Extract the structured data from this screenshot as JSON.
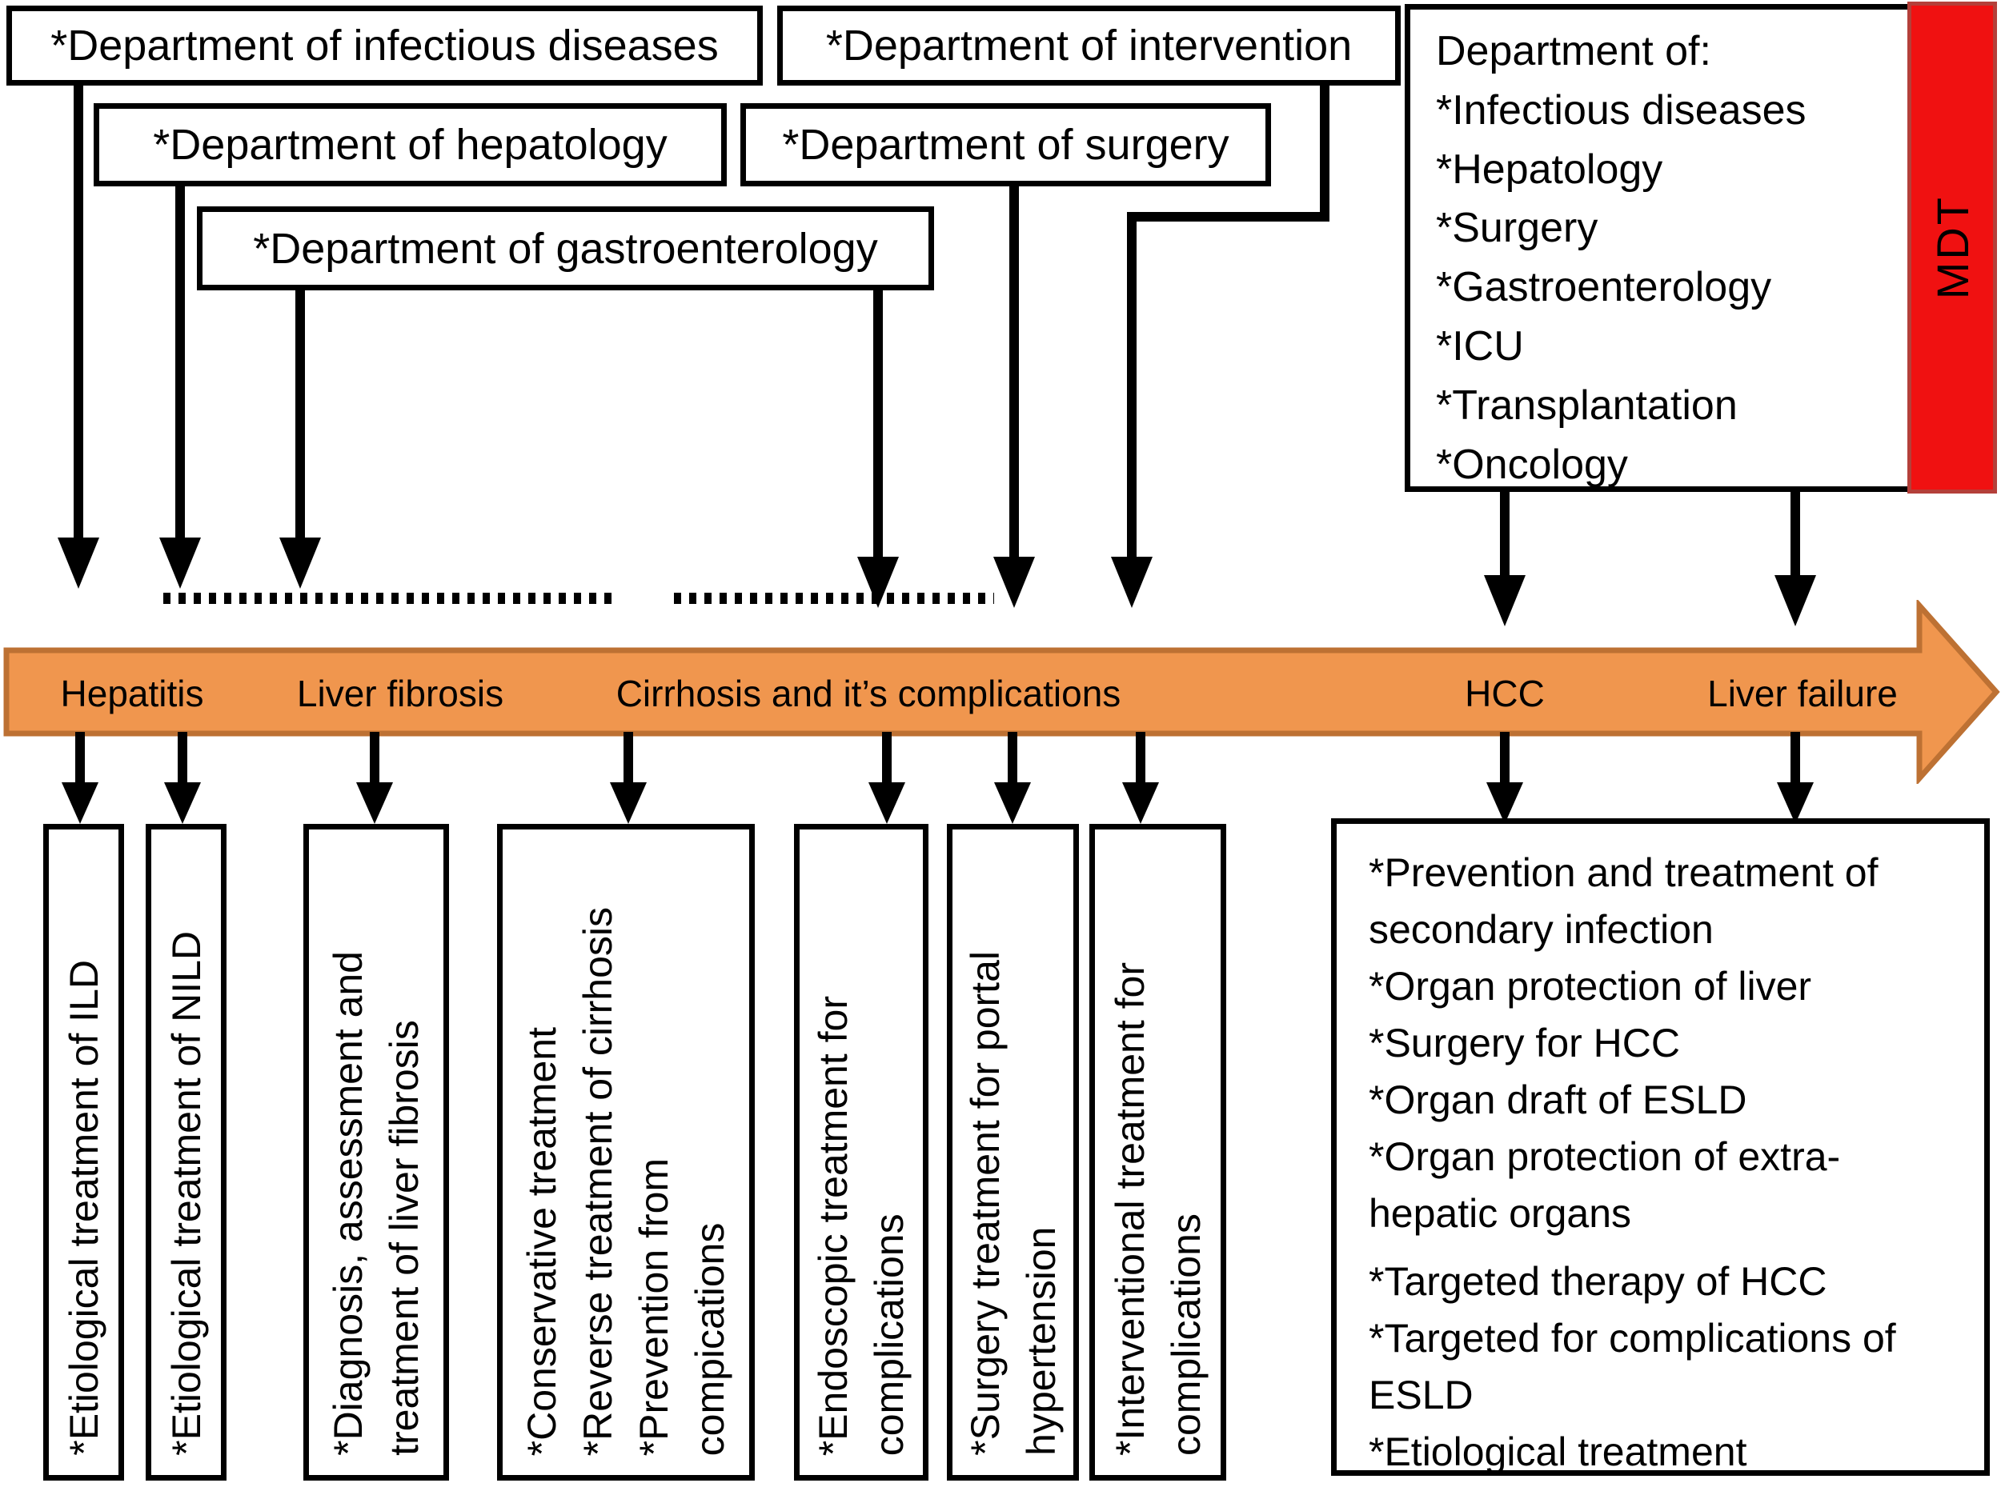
{
  "departments": {
    "infectious": "*Department of infectious diseases",
    "intervention": "*Department of intervention",
    "hepatology": "*Department of hepatology",
    "surgery": "*Department of surgery",
    "gastroenterology": "*Department of gastroenterology"
  },
  "mdt_panel": {
    "title": "Department of:",
    "items": [
      "*Infectious diseases",
      "*Hepatology",
      "*Surgery",
      "*Gastroenterology",
      "*ICU",
      "*Transplantation",
      "*Oncology"
    ],
    "badge": "MDT",
    "badge_color": "#f01111"
  },
  "timeline": {
    "stage_hepatitis": "Hepatitis",
    "stage_fibrosis": "Liver fibrosis",
    "stage_cirrhosis": "Cirrhosis and it’s complications",
    "stage_hcc": "HCC",
    "stage_failure": "Liver failure",
    "fill_color": "#f0964e",
    "border_color": "#bd7133"
  },
  "treatment_boxes": {
    "ild": "*Etiological treatment of ILD",
    "nild": "*Etiological treatment of NILD",
    "fibrosis": "*Diagnosis, assessment and\ntreatment of liver fibrosis",
    "cirrhosis": "*Conservative treatment\n*Reverse treatment of cirrhosis\n*Prevention from\ncompications",
    "endoscopic": "*Endoscopic treatment for\ncomplications",
    "portal": "*Surgery treatment for portal\nhypertension",
    "interventional": "*Interventional treatment for\ncomplications"
  },
  "hcc_failure_box": {
    "items": [
      "*Prevention and treatment of secondary infection",
      "*Organ protection of liver",
      "*Surgery for HCC",
      "*Organ draft of ESLD",
      "*Organ protection of extra-hepatic organs",
      "*Targeted therapy of HCC",
      "*Targeted for complications of ESLD",
      "*Etiological treatment"
    ]
  }
}
